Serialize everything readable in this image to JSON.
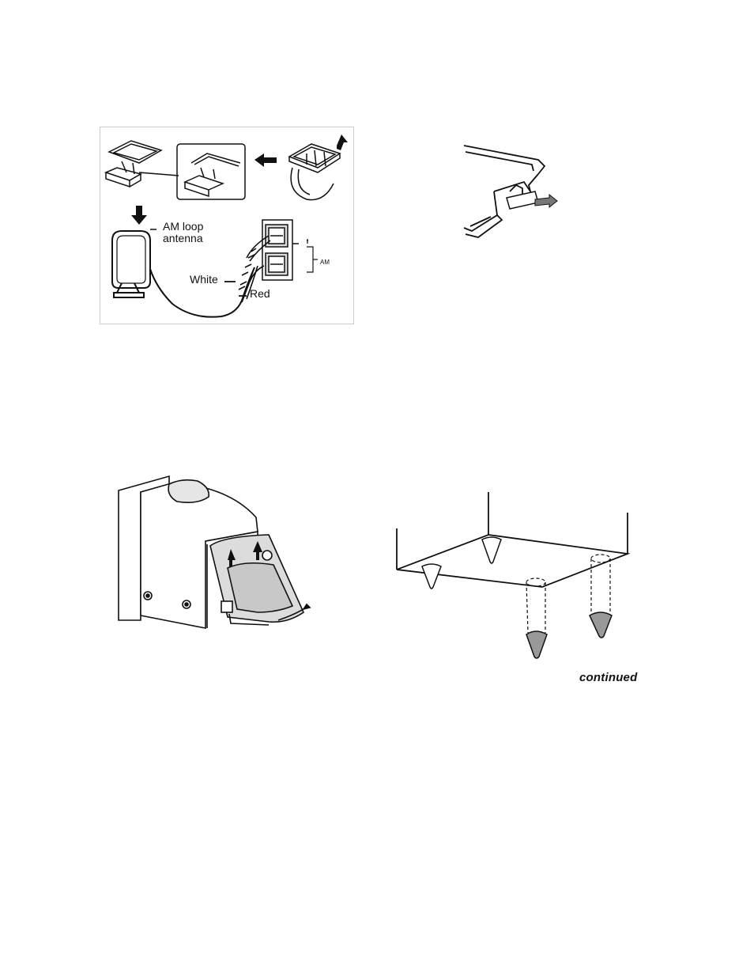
{
  "antenna_figure": {
    "labels": {
      "am_loop_antenna_line1": "AM loop",
      "am_loop_antenna_line2": "antenna",
      "white": "White",
      "red": "Red",
      "am_terminal": "AM"
    }
  },
  "footer": {
    "continued": "continued"
  }
}
